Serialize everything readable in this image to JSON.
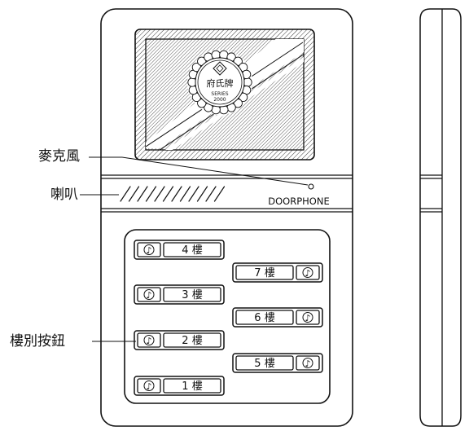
{
  "callouts": {
    "microphone": "麥克風",
    "speaker": "喇叭",
    "floor_buttons": "樓別按鈕"
  },
  "panel": {
    "brand_text": "DOORPHONE",
    "seal_line1": "府氏牌",
    "seal_line2": "SERIES",
    "seal_line3": "2000"
  },
  "buttons_left": [
    {
      "label": "4 樓",
      "icon": "music-note-icon"
    },
    {
      "label": "3 樓",
      "icon": "music-note-icon"
    },
    {
      "label": "2 樓",
      "icon": "music-note-icon"
    },
    {
      "label": "1 樓",
      "icon": "music-note-icon"
    }
  ],
  "buttons_right": [
    {
      "label": "7 樓",
      "icon": "music-note-icon"
    },
    {
      "label": "6 樓",
      "icon": "music-note-icon"
    },
    {
      "label": "5 樓",
      "icon": "music-note-icon"
    }
  ]
}
